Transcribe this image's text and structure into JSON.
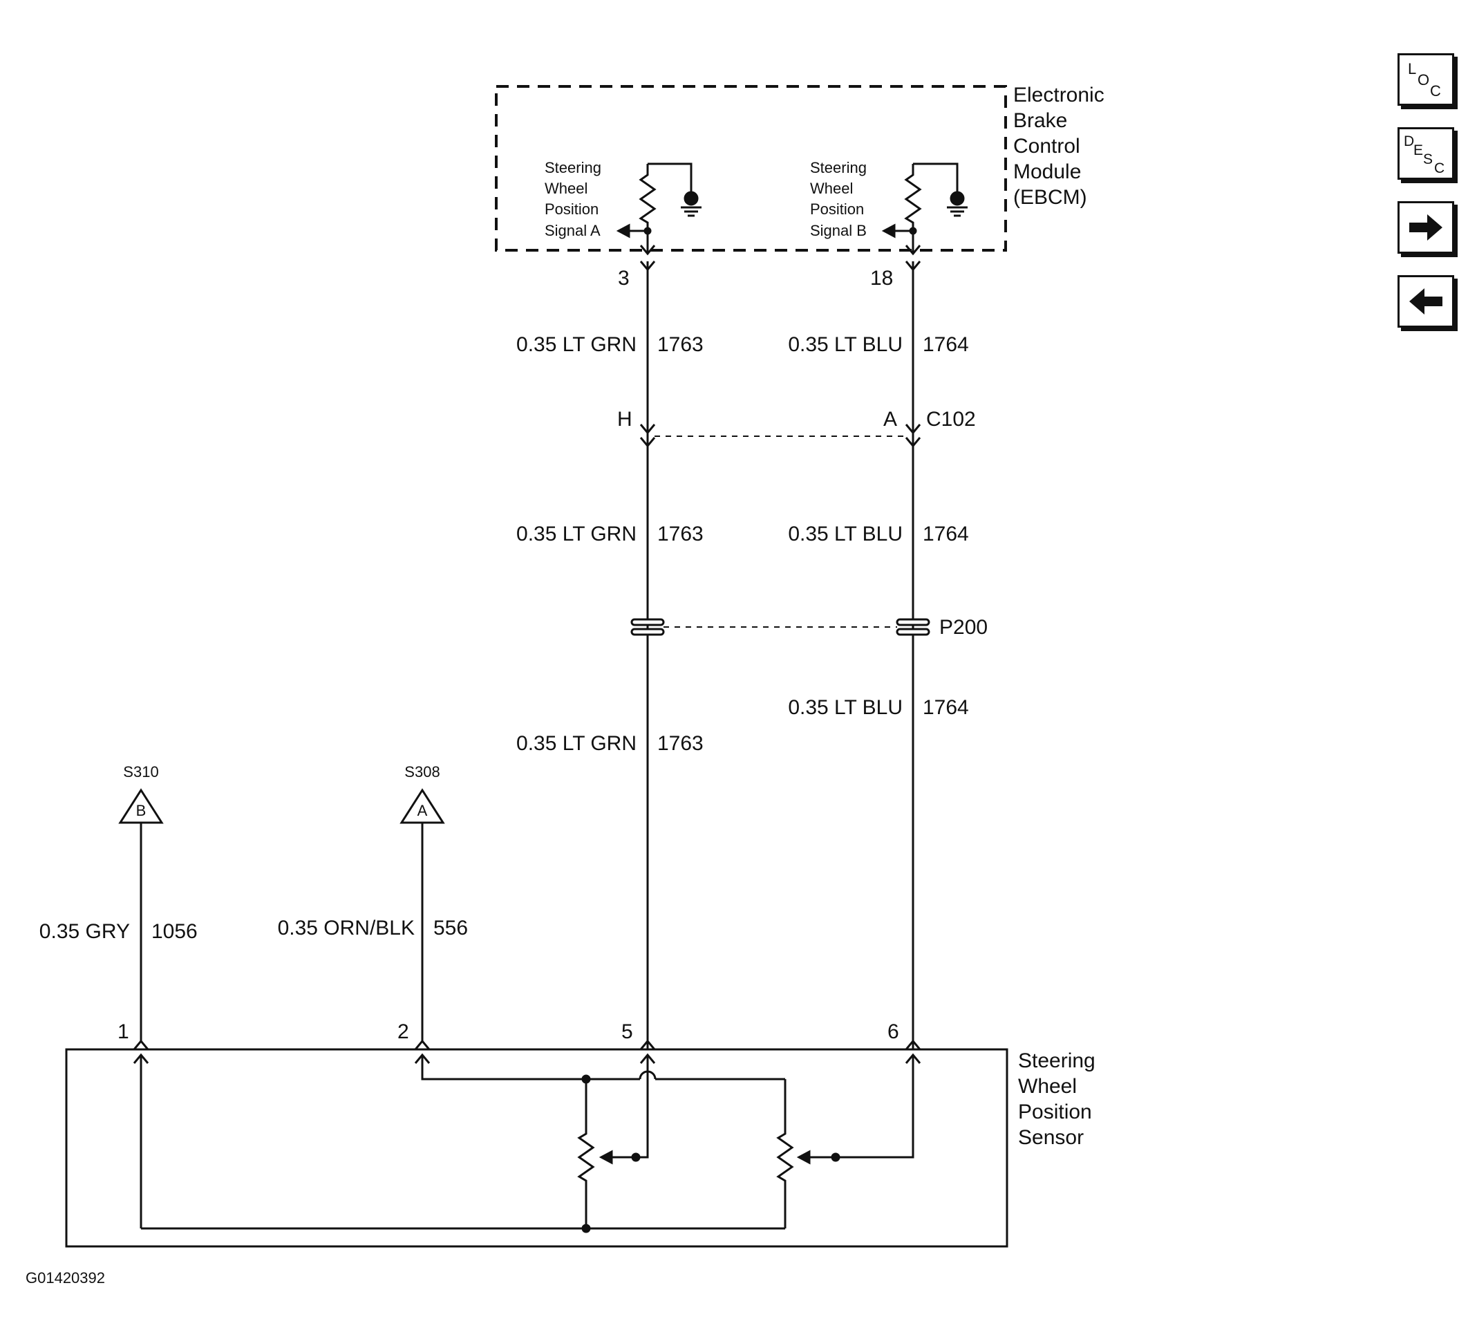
{
  "module": {
    "name_lines": [
      "Electronic",
      "Brake",
      "Control",
      "Module",
      "(EBCM)"
    ],
    "signal_a_lines": [
      "Steering",
      "Wheel",
      "Position",
      "Signal A"
    ],
    "signal_b_lines": [
      "Steering",
      "Wheel",
      "Position",
      "Signal B"
    ],
    "pin_a": "3",
    "pin_b": "18"
  },
  "wires": {
    "grn_color": "0.35 LT GRN",
    "grn_circuit": "1763",
    "blu_color": "0.35 LT BLU",
    "blu_circuit": "1764",
    "gry_color": "0.35 GRY",
    "gry_circuit": "1056",
    "orn_color": "0.35 ORN/BLK",
    "orn_circuit": "556"
  },
  "connectors": {
    "c102_pin_left": "H",
    "c102_pin_right": "A",
    "c102_label": "C102",
    "p200_label": "P200"
  },
  "splices": {
    "s310_label": "S310",
    "s310_letter": "B",
    "s308_label": "S308",
    "s308_letter": "A"
  },
  "sensor": {
    "name_lines": [
      "Steering",
      "Wheel",
      "Position",
      "Sensor"
    ],
    "pin1": "1",
    "pin2": "2",
    "pin5": "5",
    "pin6": "6"
  },
  "figure_id": "G01420392",
  "nav": {
    "loc": [
      "L",
      "O",
      "C"
    ],
    "desc": [
      "D",
      "E",
      "S",
      "C"
    ],
    "forward_icon": "arrow-right-icon",
    "back_icon": "arrow-left-icon"
  }
}
